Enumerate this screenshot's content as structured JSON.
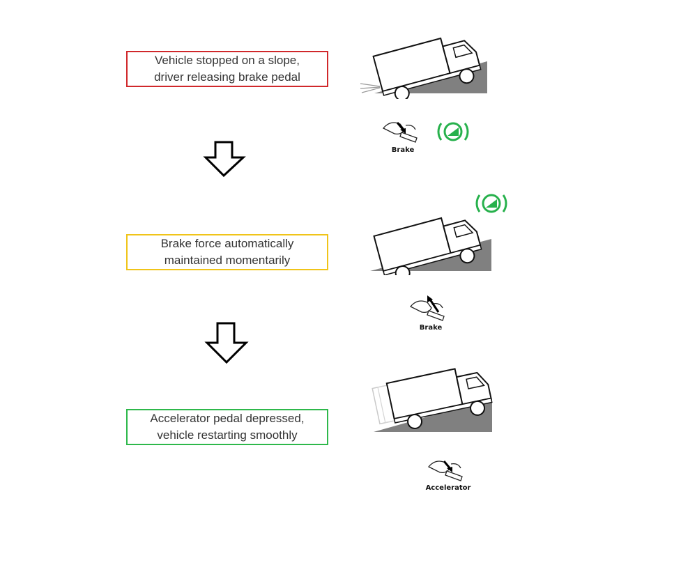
{
  "steps": [
    {
      "lines": [
        "Vehicle stopped on a slope,",
        "driver releasing brake pedal"
      ],
      "border_color": "#d0282b",
      "pedal_label": "Brake",
      "pedal_action": "press"
    },
    {
      "lines": [
        "Brake force automatically",
        "maintained momentarily"
      ],
      "border_color": "#f0c419",
      "pedal_label": "Brake",
      "pedal_action": "release"
    },
    {
      "lines": [
        "Accelerator pedal depressed,",
        "vehicle restarting smoothly"
      ],
      "border_color": "#2eb84b",
      "pedal_label": "Accelerator",
      "pedal_action": "press"
    }
  ],
  "colors": {
    "hold_indicator": "#27b14c",
    "slope": "#808080",
    "arrow_stroke": "#000000"
  },
  "icons": [
    "down-arrow-icon",
    "truck-icon",
    "foot-pedal-icon",
    "hill-hold-indicator-icon"
  ]
}
